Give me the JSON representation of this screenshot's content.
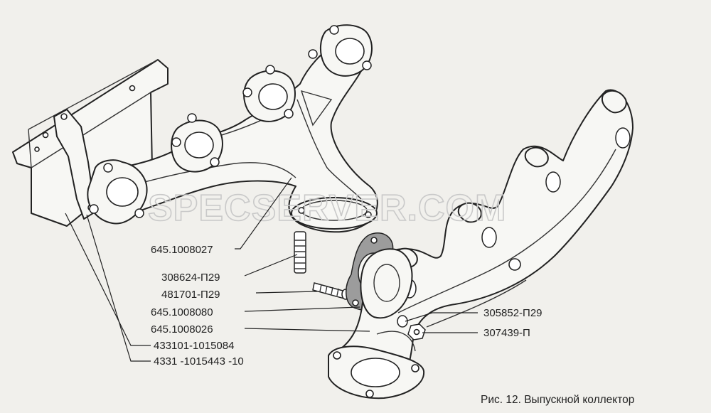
{
  "watermark": "SPECSERVER.COM",
  "caption": "Рис. 12. Выпускной коллектор",
  "labels": {
    "manifold_left": "645.1008027",
    "stud": "308624-П29",
    "stud_short": "481701-П29",
    "gasket": "645.1008080",
    "manifold_right": "645.1008026",
    "washer": "305852-П29",
    "nut": "307439-П",
    "heat_shield": "433101-1015084",
    "bracket": "4331 -1015443 -10"
  }
}
